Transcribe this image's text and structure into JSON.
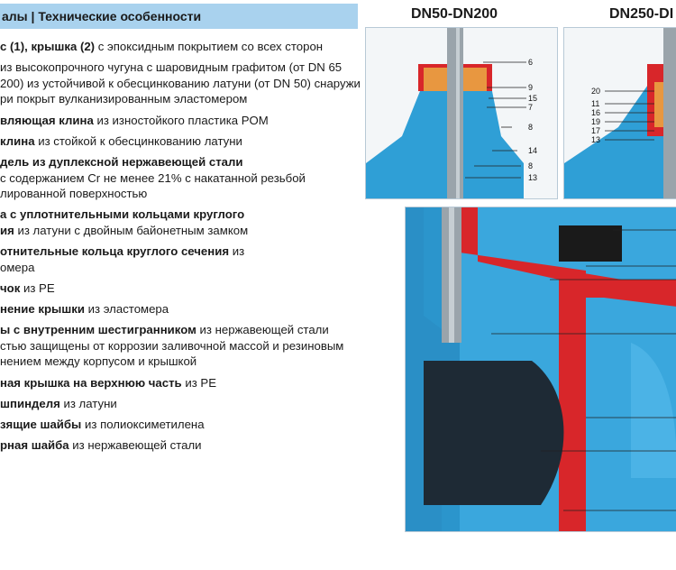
{
  "header": {
    "title": "алы | Технические особенности"
  },
  "columns": {
    "left": "DN50-DN200",
    "right": "DN250-DI"
  },
  "items": [
    {
      "lines": [
        [
          {
            "b": "с (1), крышка (2)"
          },
          {
            "t": " с эпоксидным покрытием  со всех сторон"
          }
        ]
      ]
    },
    {
      "lines": [
        [
          {
            "t": "из высокопрочного чугуна с шаровидным графитом (от DN 65"
          }
        ],
        [
          {
            "t": "200) из устойчивой к обесцинкованию латуни (от DN 50) снаружи"
          }
        ],
        [
          {
            "t": "ри покрыт вулканизированным эластомером"
          }
        ]
      ]
    },
    {
      "lines": [
        [
          {
            "b": "вляющая клина"
          },
          {
            "t": " из изностойкого пластика POM"
          }
        ]
      ]
    },
    {
      "lines": [
        [
          {
            "b": " клина"
          },
          {
            "t": " из стойкой к обесцинкованию латуни"
          }
        ]
      ]
    },
    {
      "lines": [
        [
          {
            "b": "дель из дуплексной нержавеющей стали"
          }
        ],
        [
          {
            "t": " с содержанием Cr не менее 21% с накатанной резьбой"
          }
        ],
        [
          {
            "t": "лированной поверхностью"
          }
        ]
      ]
    },
    {
      "lines": [
        [
          {
            "b": "а с уплотнительными кольцами круглого"
          }
        ],
        [
          {
            "b": "ия"
          },
          {
            "t": " из латуни с двойным байонетным замком"
          }
        ]
      ]
    },
    {
      "lines": [
        [
          {
            "b": "отнительные кольца круглого сечения"
          },
          {
            "t": " из"
          }
        ],
        [
          {
            "t": "омера"
          }
        ]
      ]
    },
    {
      "lines": [
        [
          {
            "b": "чок"
          },
          {
            "t": " из PE"
          }
        ]
      ]
    },
    {
      "lines": [
        [
          {
            "b": "нение крышки"
          },
          {
            "t": " из эластомера"
          }
        ]
      ]
    },
    {
      "lines": [
        [
          {
            "b": "ы с внутренним шестигранником"
          },
          {
            "t": " из нержавеющей стали"
          }
        ],
        [
          {
            "t": "стью защищены от коррозии заливочной массой и резиновым"
          }
        ],
        [
          {
            "t": "нением между корпусом и крышкой"
          }
        ]
      ]
    },
    {
      "lines": [
        [
          {
            "b": "ная крышка на верхнюю часть"
          },
          {
            "t": " из PE"
          }
        ]
      ]
    },
    {
      "lines": [
        [
          {
            "b": "шпинделя"
          },
          {
            "t": " из латуни"
          }
        ]
      ]
    },
    {
      "lines": [
        [
          {
            "b": "зящие шайбы"
          },
          {
            "t": " из полиоксиметилена"
          }
        ]
      ]
    },
    {
      "lines": [
        [
          {
            "b": "рная шайба"
          },
          {
            "t": " из нержавеющей стали"
          }
        ]
      ]
    }
  ],
  "callouts_left": [
    "6",
    "9",
    "15",
    "7",
    "8",
    "14",
    "8",
    "13"
  ],
  "callouts_right": [
    "20",
    "11",
    "16",
    "19",
    "17",
    "13"
  ],
  "colors": {
    "header_bg": "#a9d2ee",
    "valve_blue": "#2f9fd6",
    "valve_red": "#d8262a",
    "stem": "#9aa4ab"
  }
}
